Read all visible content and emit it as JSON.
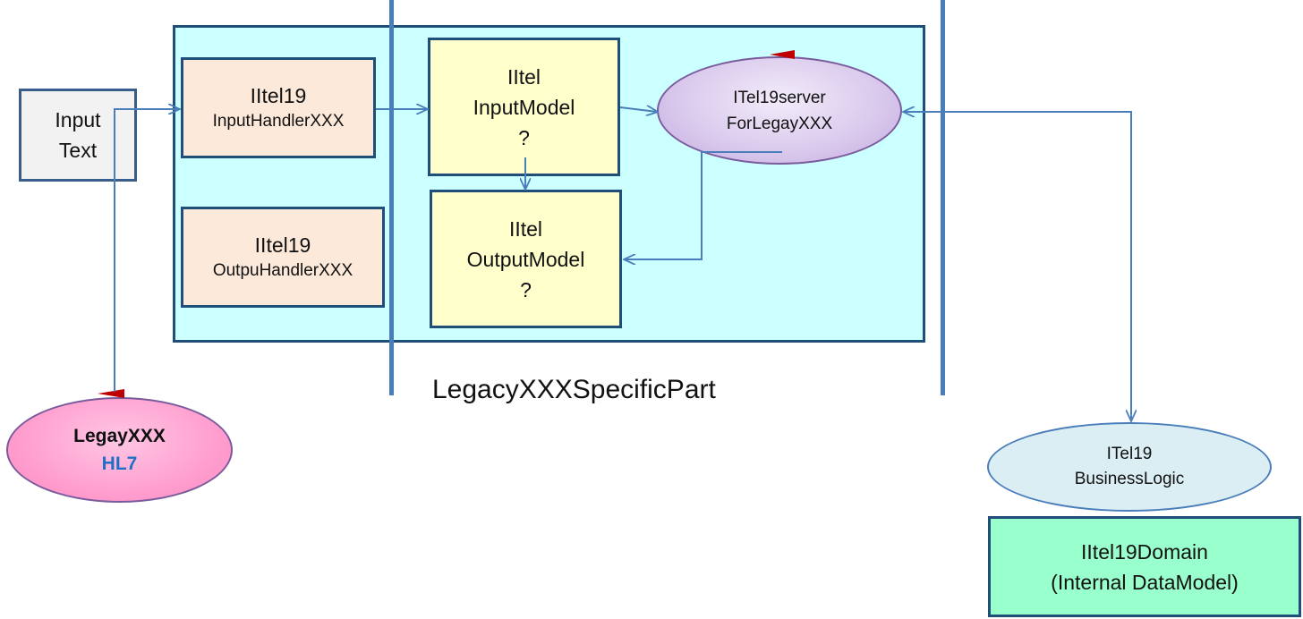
{
  "nodes": {
    "input_text": [
      "Input",
      "Text"
    ],
    "input_handler": [
      "IItel19",
      "InputHandlerXXX"
    ],
    "output_handler": [
      "IItel19",
      "OutpuHandlerXXX"
    ],
    "input_model": [
      "IItel",
      "InputModel",
      "?"
    ],
    "output_model": [
      "IItel",
      "OutputModel",
      "?"
    ],
    "server": [
      "ITel19server",
      "ForLegayXXX"
    ],
    "legacy": [
      "LegayXXX",
      "HL7"
    ],
    "business_logic": [
      "ITel19",
      "BusinessLogic"
    ],
    "domain": [
      "IItel19Domain",
      "(Internal DataModel)"
    ]
  },
  "container_label": "LegacyXXXSpecificPart",
  "colors": {
    "container_fill": "#ccffff",
    "container_border": "#1f4e79",
    "handler_fill": "#fde9d9",
    "model_fill": "#ffffcc",
    "server_fill": "#d9c8ec",
    "legacy_fill": "#ff99cc",
    "legacy_accent": "#1f6fc5",
    "logic_fill": "#dbeef4",
    "domain_fill": "#99ffcc",
    "arrow": "#4a7ebb"
  }
}
